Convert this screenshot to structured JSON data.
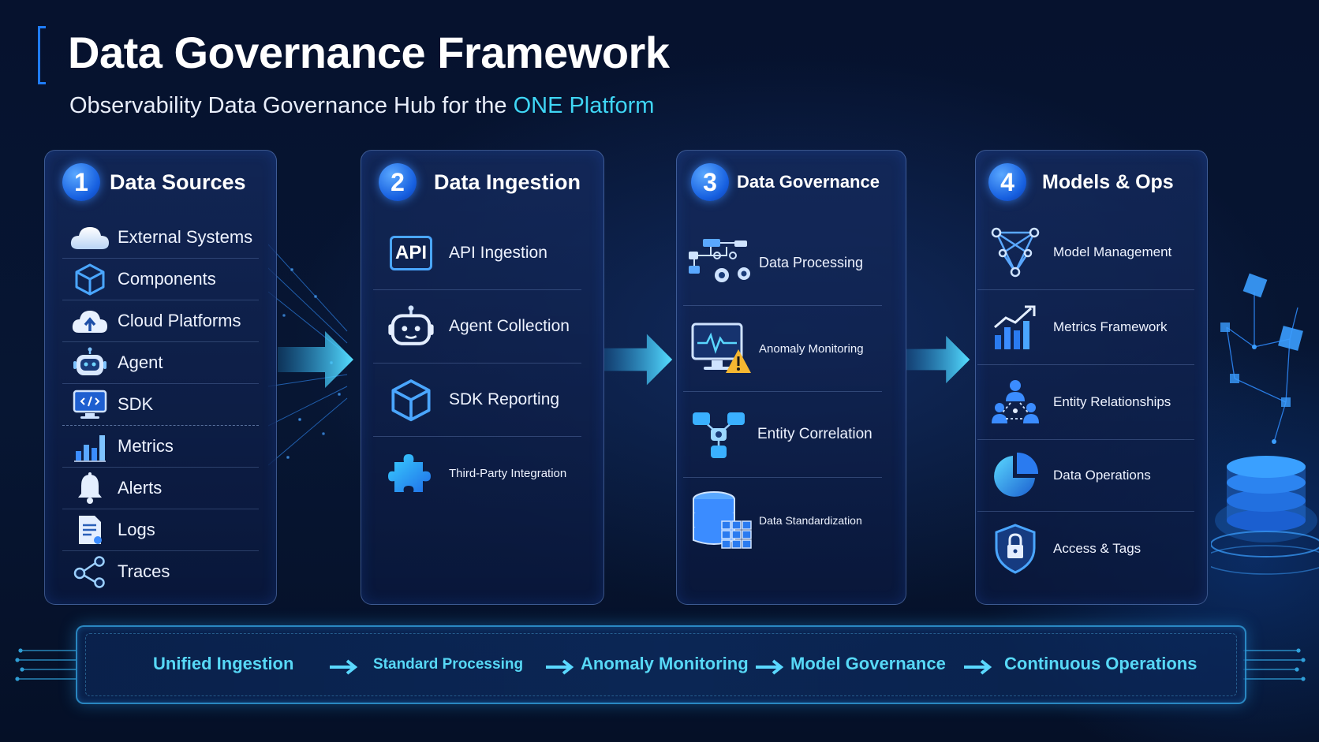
{
  "header": {
    "title": "Data Governance Framework",
    "subtitle_prefix": "Observability Data Governance Hub for the ",
    "subtitle_accent": "ONE Platform"
  },
  "colors": {
    "accent": "#3fd6f5",
    "primary": "#1f7cff",
    "background": "#06122e"
  },
  "stages": [
    {
      "number": "1",
      "title": "Data Sources",
      "items": [
        {
          "label": "External Systems",
          "icon": "cloud-icon"
        },
        {
          "label": "Components",
          "icon": "cube-icon"
        },
        {
          "label": "Cloud Platforms",
          "icon": "cloud-upload-icon"
        },
        {
          "label": "Agent",
          "icon": "robot-icon"
        },
        {
          "label": "SDK",
          "icon": "code-monitor-icon"
        },
        {
          "label": "Metrics",
          "icon": "bar-chart-icon"
        },
        {
          "label": "Alerts",
          "icon": "bell-icon"
        },
        {
          "label": "Logs",
          "icon": "document-icon"
        },
        {
          "label": "Traces",
          "icon": "share-nodes-icon"
        }
      ]
    },
    {
      "number": "2",
      "title": "Data Ingestion",
      "items": [
        {
          "label": "API Ingestion",
          "icon": "api-icon",
          "icon_text": "API"
        },
        {
          "label": "Agent Collection",
          "icon": "robot-icon"
        },
        {
          "label": "SDK Reporting",
          "icon": "cube-icon"
        },
        {
          "label": "Third-Party Integration",
          "icon": "puzzle-icon"
        }
      ]
    },
    {
      "number": "3",
      "title": "Data Governance",
      "items": [
        {
          "label": "Data Processing",
          "icon": "workflow-gears-icon"
        },
        {
          "label": "Anomaly Monitoring",
          "icon": "monitor-warning-icon"
        },
        {
          "label": "Entity Correlation",
          "icon": "node-tree-icon"
        },
        {
          "label": "Data Standardization",
          "icon": "database-grid-icon"
        }
      ]
    },
    {
      "number": "4",
      "title": "Models & Ops",
      "items": [
        {
          "label": "Model Management",
          "icon": "network-icon"
        },
        {
          "label": "Metrics Framework",
          "icon": "growth-chart-icon"
        },
        {
          "label": "Entity Relationships",
          "icon": "people-network-icon"
        },
        {
          "label": "Data Operations",
          "icon": "pie-chart-icon"
        },
        {
          "label": "Access & Tags",
          "icon": "shield-lock-icon"
        }
      ]
    }
  ],
  "pipeline": [
    "Unified Ingestion",
    "Standard Processing",
    "Anomaly Monitoring",
    "Model Governance",
    "Continuous Operations"
  ]
}
